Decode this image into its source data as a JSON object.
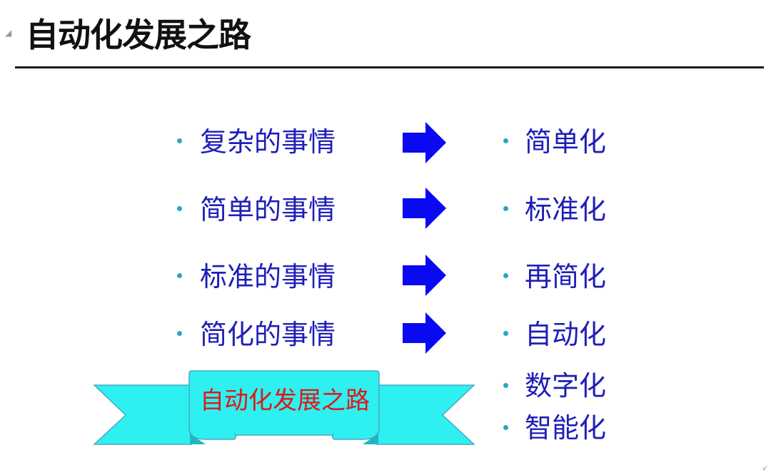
{
  "header": {
    "title": "自动化发展之路"
  },
  "rows": [
    {
      "from": "复杂的事情",
      "to": "简单化"
    },
    {
      "from": "简单的事情",
      "to": "标准化"
    },
    {
      "from": "标准的事情",
      "to": "再简化"
    },
    {
      "from": "简化的事情",
      "to": "自动化"
    }
  ],
  "extra_outcomes": [
    "数字化",
    "智能化"
  ],
  "banner": {
    "label": "自动化发展之路"
  },
  "colors": {
    "text_blue": "#1e1eb8",
    "arrow_blue": "#0a0af2",
    "bullet_teal": "#2aa6c8",
    "ribbon_cyan": "#2ef0f0",
    "banner_text_red": "#e01818"
  },
  "icons": {
    "row_arrow": "right-arrow-icon",
    "bullet": "bullet-dot-icon",
    "banner": "ribbon-banner-shape"
  }
}
